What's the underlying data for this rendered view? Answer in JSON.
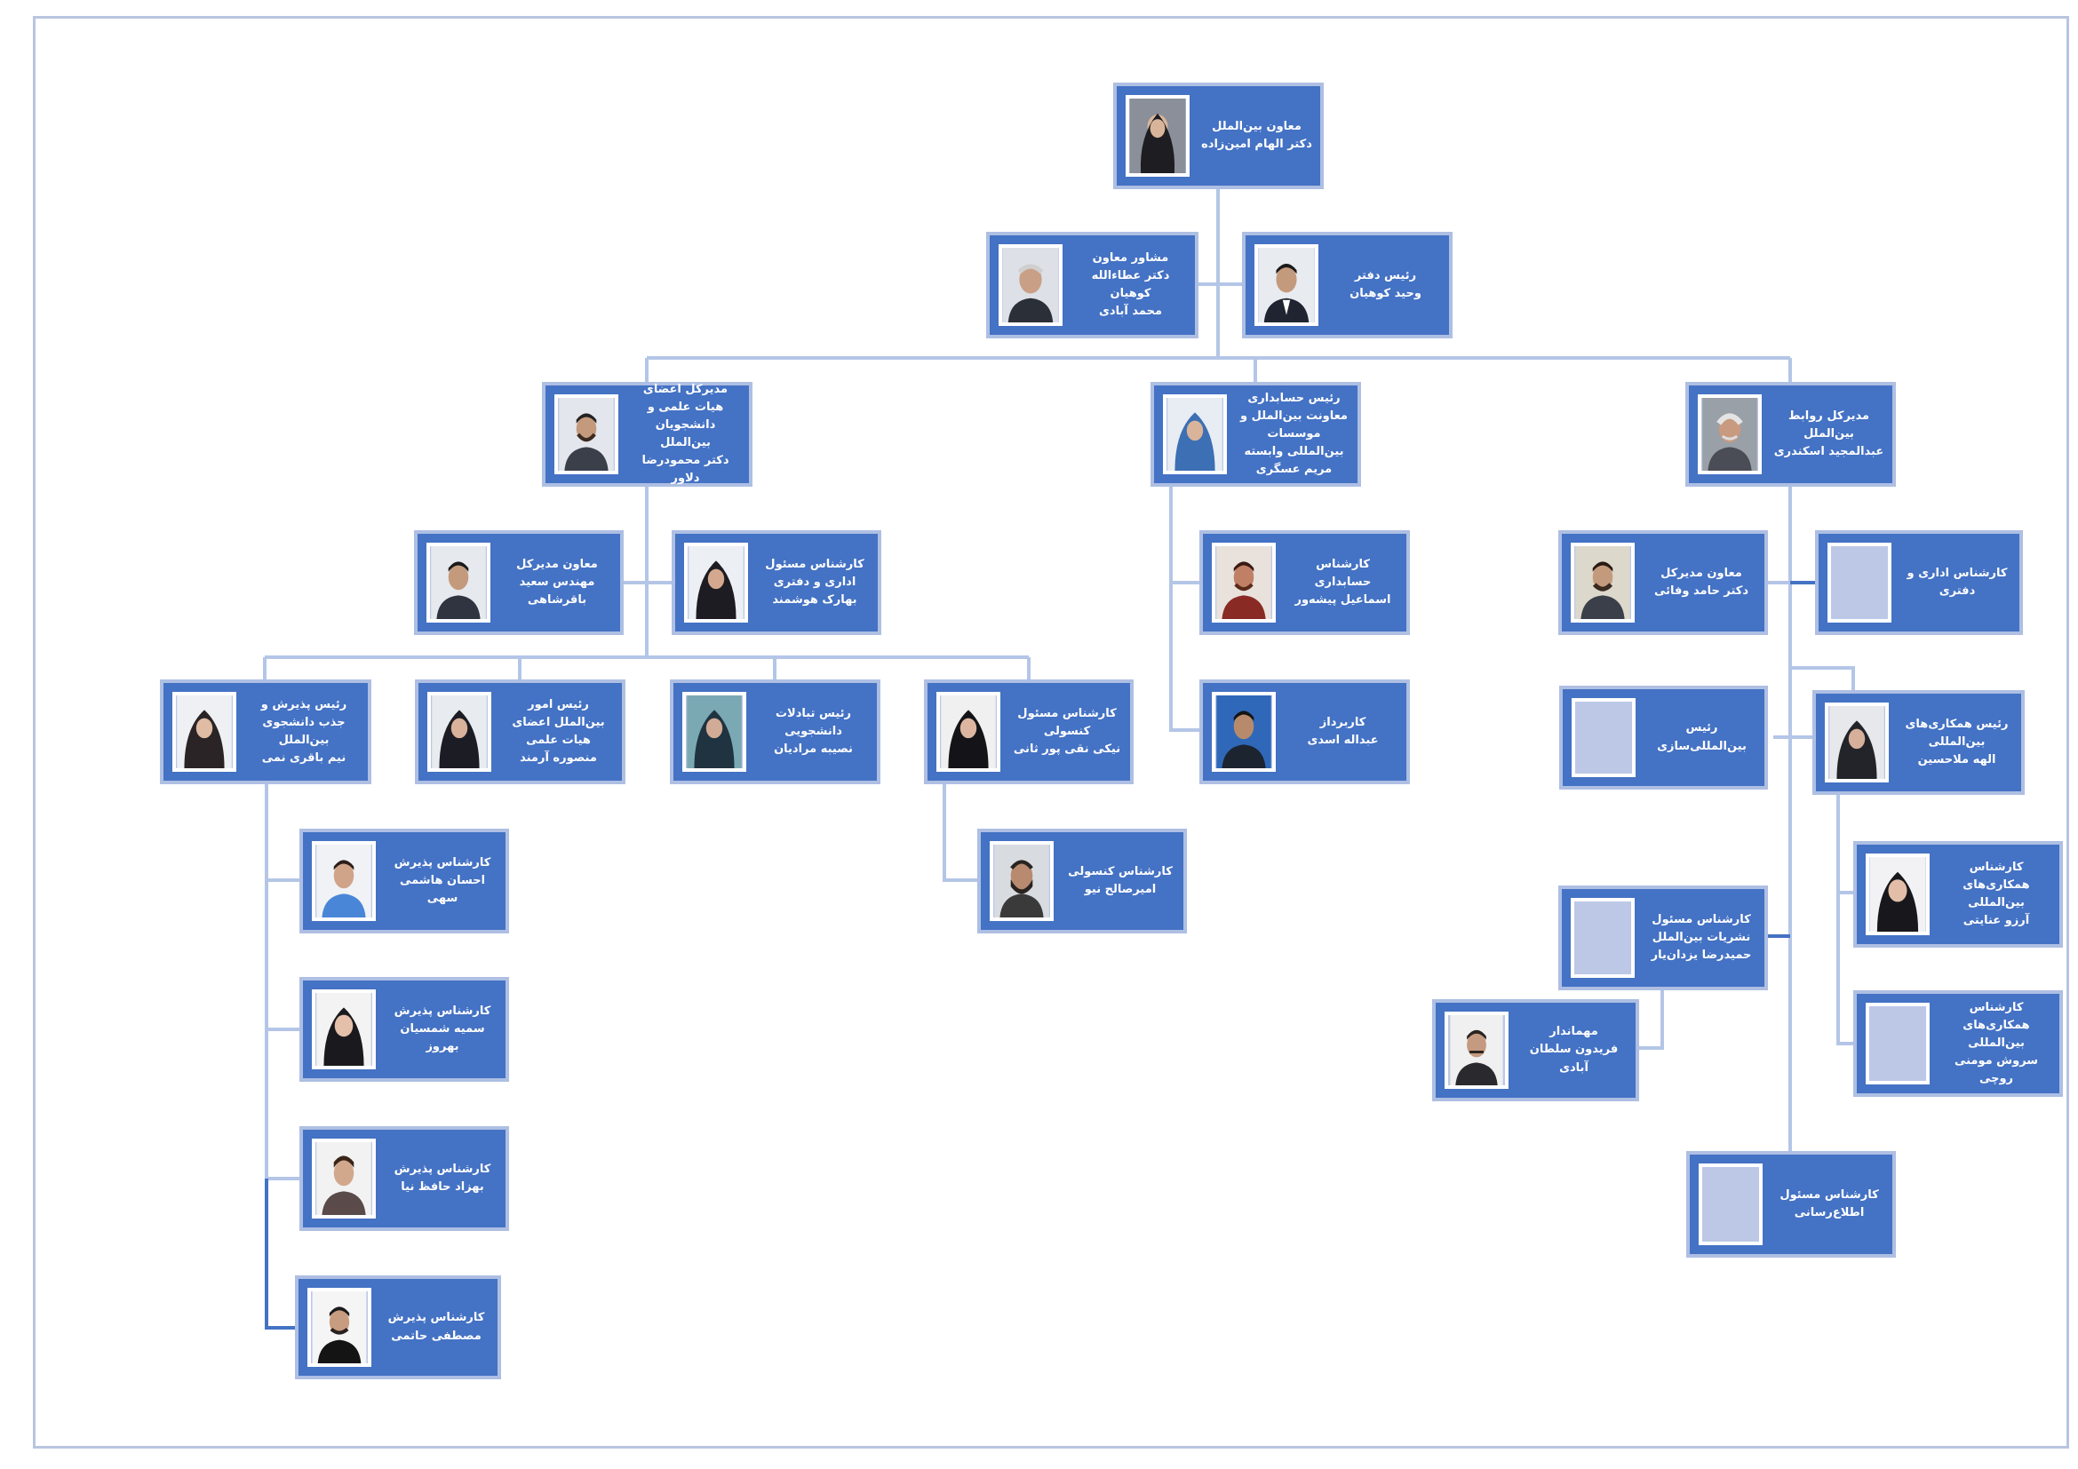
{
  "nodes": {
    "vice_international": {
      "title": "معاون بین‌الملل",
      "name": "دکتر الهام امین‌زاده",
      "photo": "female"
    },
    "deputy_advisor": {
      "title": "مشاور معاون",
      "name": "دکتر عطاءالله کوهیان",
      "name2": "محمد آبادی",
      "photo": "male-old"
    },
    "office_head": {
      "title": "رئیس دفتر",
      "name": "وحید کوهیان",
      "photo": "male"
    },
    "faculty_affairs_dg": {
      "title": "مدیرکل اعضای هیات علمی و دانشجویان بین‌الملل",
      "name": "دکتر محمودرضا دلاور",
      "photo": "male"
    },
    "accounting_head": {
      "title": "رئیس حسابداری معاونت بین‌الملل و موسسات بین‌المللی وابسته",
      "name": "مریم عسگری",
      "photo": "female-blue"
    },
    "relations_dg": {
      "title": "مدیرکل روابط بین‌الملل",
      "name": "عبدالمجید اسکندری",
      "photo": "male-old"
    },
    "dg_deputy_left": {
      "title": "معاون مدیرکل",
      "name": "مهندس سعید باقرشاهی",
      "photo": "male"
    },
    "admin_expert_left": {
      "title": "کارشناس مسئول اداری و دفتری",
      "name": "بهارک هوشمند",
      "photo": "female"
    },
    "accounting_expert": {
      "title": "کارشناس حسابداری",
      "name": "اسماعیل پیشه‌ور",
      "photo": "male-red"
    },
    "operator": {
      "title": "کاربرداز",
      "name": "عبداله اسدی",
      "photo": "male"
    },
    "dg_deputy_right": {
      "title": "معاون مدیرکل",
      "name": "دکتر حامد وفائی",
      "photo": "male"
    },
    "admin_expert_right": {
      "title": "کارشناس اداری و دفتری",
      "photo": "blank"
    },
    "admission_head": {
      "title": "رئیس پذیرش و جذب دانشجوی بین‌الملل",
      "name": "نیم باقری نمی",
      "photo": "female-light"
    },
    "faculty_intl_head": {
      "title": "رئیس امور بین‌الملل اعضای هیات علمی",
      "name": "منصوره آرمند",
      "photo": "female"
    },
    "student_exchange_head": {
      "title": "رئیس تبادلات دانشجویی",
      "name": "نصیبه مرادیان",
      "photo": "female-teal"
    },
    "consular_lead": {
      "title": "کارشناس مسئول کنسولی",
      "name": "نیکی نقی پور ثانی",
      "photo": "female"
    },
    "internationalization_head": {
      "title": "رئیس بین‌المللی‌سازی",
      "photo": "blank"
    },
    "intl_coop_head": {
      "title": "رئیس همکاری‌های بین‌المللی",
      "name": "الهه ملاحسین",
      "photo": "female"
    },
    "admission_expert_1": {
      "title": "کارشناس پذیرش",
      "name": "احسان هاشمی سهی",
      "photo": "male-blue"
    },
    "admission_expert_2": {
      "title": "کارشناس پذیرش",
      "name": "سمیه شمسیان بهروز",
      "photo": "female-light"
    },
    "admission_expert_3": {
      "title": "کارشناس پذیرش",
      "name": "بهزاد حافظ نیا",
      "photo": "male-light"
    },
    "admission_expert_4": {
      "title": "کارشناس پذیرش",
      "name": "مصطفی حاتمی",
      "photo": "male-light"
    },
    "consular_expert": {
      "title": "کارشناس کنسولی",
      "name": "امیرصالح نیو",
      "photo": "male-beard"
    },
    "publications_lead": {
      "title": "کارشناس مسئول نشریات بین‌الملل",
      "name": "حمیدرضا یزدان‌یار",
      "photo": "blank"
    },
    "host": {
      "title": "مهماندار",
      "name": "فریدون سلطان آبادی",
      "photo": "male-old"
    },
    "intl_coop_expert_1": {
      "title": "کارشناس همکاری‌های بین‌المللی",
      "name": "آرزو عنایتی",
      "photo": "female-light"
    },
    "intl_coop_expert_2": {
      "title": "کارشناس همکاری‌های بین‌المللی",
      "name": "سروش مومنی روچی",
      "photo": "blank"
    },
    "info_lead": {
      "title": "کارشناس مسئول",
      "name": "اطلاع‌رسانی",
      "photo": "blank"
    }
  },
  "colors": {
    "card": "#4472c4",
    "card_border": "#aebfe3",
    "connector": "#b4c6e7",
    "placeholder_photo": "#bcc8e6"
  }
}
